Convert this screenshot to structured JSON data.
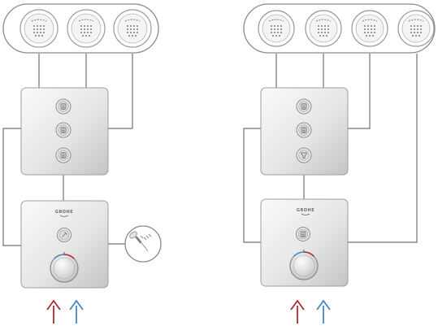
{
  "brand": {
    "logo_text": "GROHE"
  },
  "systems": [
    {
      "name": "left-system",
      "outlets": 3,
      "buttons": [
        "outlet-glyph",
        "outlet-glyph",
        "outlet-glyph"
      ],
      "has_hand_shower": true
    },
    {
      "name": "right-system",
      "outlets": 4,
      "buttons": [
        "outlet-glyph",
        "outlet-glyph",
        "funnel-glyph"
      ],
      "has_hand_shower": false
    }
  ],
  "icons": {
    "outlet": "shower-outlet-icon",
    "hand_shower": "hand-shower-icon",
    "hot_supply": "hot-water-arrow-icon",
    "cold_supply": "cold-water-arrow-icon"
  },
  "colors": {
    "hot": "#b0272f",
    "cold": "#3f88c8",
    "pipe": "#707070",
    "chrome_light": "#f6f6f6",
    "chrome_dark": "#bdbdbd"
  }
}
